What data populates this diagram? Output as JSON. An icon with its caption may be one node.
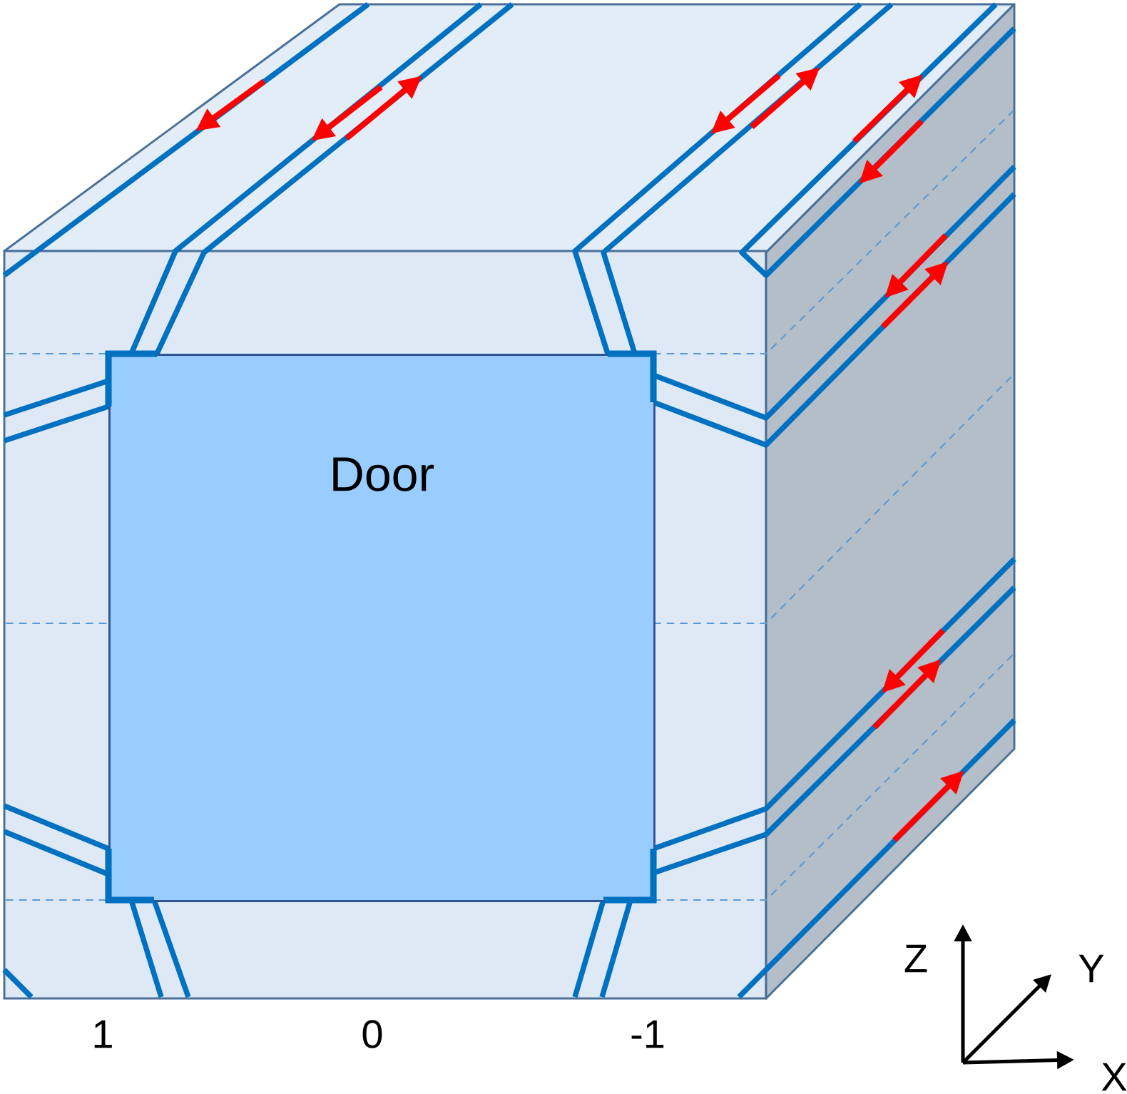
{
  "diagram": {
    "nodes": [
      {
        "text": [
          "Door"
        ]
      }
    ],
    "labels": [
      "1",
      "0",
      "-1",
      "Z",
      "Y",
      "X"
    ]
  }
}
